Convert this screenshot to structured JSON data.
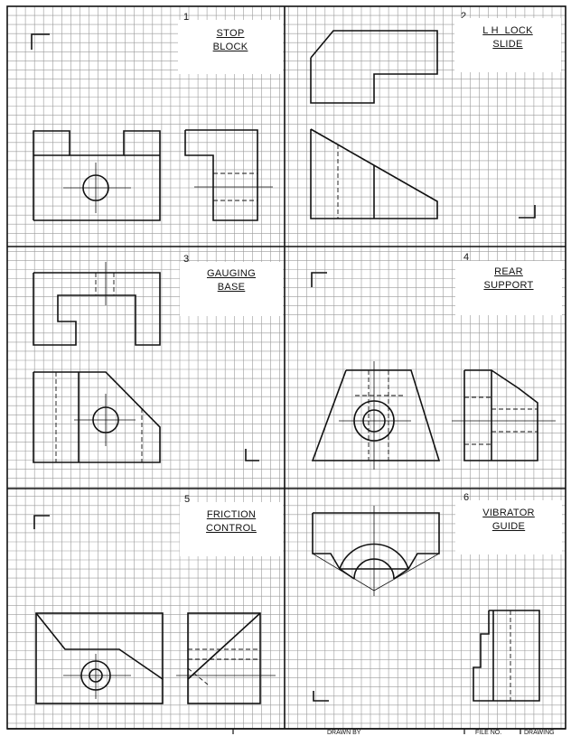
{
  "panels": [
    {
      "number": "1",
      "title_line1": "STOP",
      "title_line2": "BLOCK"
    },
    {
      "number": "2",
      "title_line1": "L H  LOCK",
      "title_line2": "SLIDE"
    },
    {
      "number": "3",
      "title_line1": "GAUGING",
      "title_line2": "BASE"
    },
    {
      "number": "4",
      "title_line1": "REAR",
      "title_line2": "SUPPORT"
    },
    {
      "number": "5",
      "title_line1": "FRICTION",
      "title_line2": "CONTROL"
    },
    {
      "number": "6",
      "title_line1": "VIBRATOR",
      "title_line2": "GUIDE"
    }
  ],
  "title_block": {
    "drawn_by": "DRAWN BY",
    "file_no": "FILE NO.",
    "drawing": "DRAWING"
  },
  "colors": {
    "grid": "#9a9a9a",
    "ink": "#111111",
    "paper": "#ffffff"
  }
}
